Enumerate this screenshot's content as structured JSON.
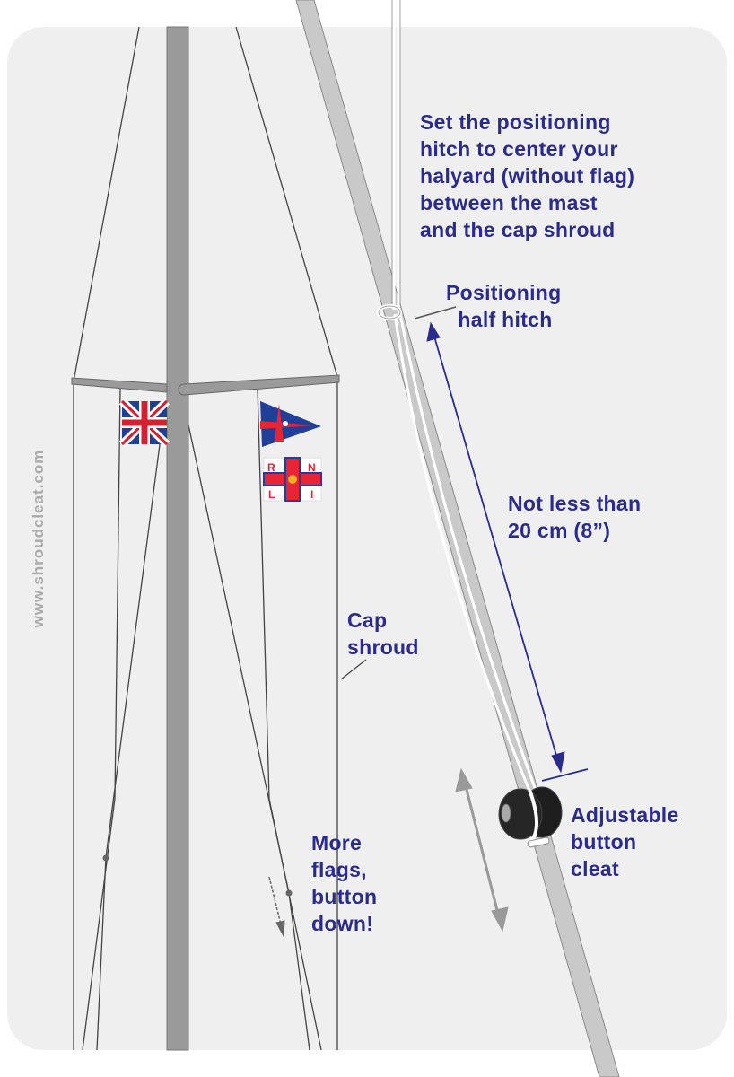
{
  "watermark": "www.shroudcleat.com",
  "labels": {
    "instruction": "Set the positioning\nhitch to center your\nhalyard (without flag)\nbetween the mast\nand the cap shroud",
    "positioning_hitch": "Positioning\n  half hitch",
    "distance": "Not less than\n20 cm (8”)",
    "cap_shroud": "Cap\nshroud",
    "more_flags": "More\nflags,\nbutton\ndown!",
    "button_cleat": "Adjustable\nbutton\ncleat"
  },
  "flag_letters": [
    "R",
    "N",
    "L",
    "I"
  ],
  "colors": {
    "text": "#2b2b8c",
    "background": "#efefef",
    "mast": "#9a9a9a",
    "shroud": "#c9c9c9"
  }
}
